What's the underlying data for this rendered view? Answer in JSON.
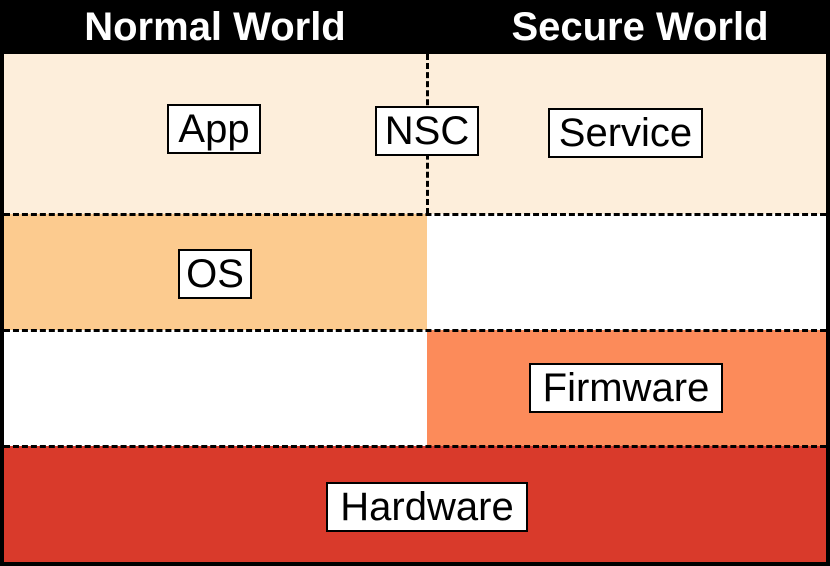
{
  "headers": {
    "normal_world": "Normal World",
    "secure_world": "Secure World"
  },
  "layers": {
    "app": "App",
    "nsc": "NSC",
    "service": "Service",
    "os": "OS",
    "firmware": "Firmware",
    "hardware": "Hardware"
  },
  "colors": {
    "header_bg": "#000000",
    "app_row": "#fdeedb",
    "os": "#fccb8f",
    "firmware": "#fc8b5a",
    "hardware": "#d93a2b",
    "empty": "#ffffff"
  }
}
